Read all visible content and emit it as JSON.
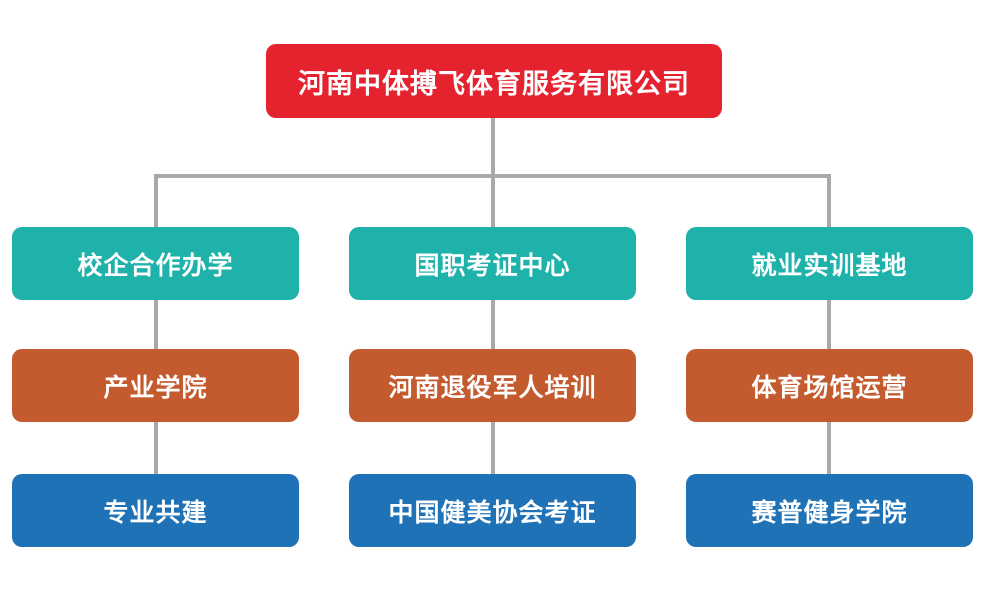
{
  "colors": {
    "root": "#e5232f",
    "teal": "#1fb2ab",
    "orange": "#c45b2e",
    "blue": "#1f72b5",
    "connector": "#a9a9a9"
  },
  "org_chart": {
    "root": {
      "label": "河南中体搏飞体育服务有限公司"
    },
    "columns": [
      {
        "items": [
          {
            "label": "校企合作办学"
          },
          {
            "label": "产业学院"
          },
          {
            "label": "专业共建"
          }
        ]
      },
      {
        "items": [
          {
            "label": "国职考证中心"
          },
          {
            "label": "河南退役军人培训"
          },
          {
            "label": "中国健美协会考证"
          }
        ]
      },
      {
        "items": [
          {
            "label": "就业实训基地"
          },
          {
            "label": "体育场馆运营"
          },
          {
            "label": "赛普健身学院"
          }
        ]
      }
    ]
  }
}
